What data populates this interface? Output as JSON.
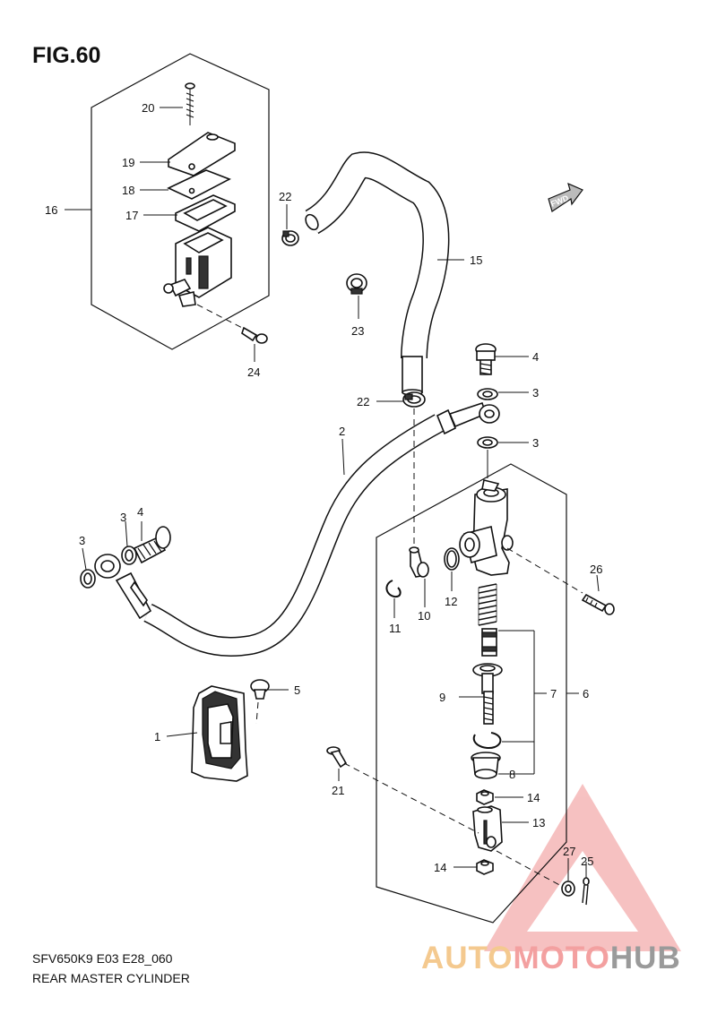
{
  "figure": {
    "title": "FIG.60",
    "model_code": "SFV650K9 E03 E28_060",
    "name": "REAR MASTER CYLINDER"
  },
  "badge": {
    "label": "FWD"
  },
  "watermark": {
    "part1": "AUTO",
    "part2": "MOTO",
    "part3": "HUB",
    "color1": "#f4c98f",
    "color2": "#f3a0a0",
    "color3": "#9a9a9a"
  },
  "callouts": {
    "c1": "1",
    "c2": "2",
    "c3a": "3",
    "c3b": "3",
    "c3c": "3",
    "c3d": "3",
    "c4a": "4",
    "c4b": "4",
    "c5": "5",
    "c6": "6",
    "c7": "7",
    "c8": "8",
    "c9": "9",
    "c10": "10",
    "c11": "11",
    "c12": "12",
    "c13": "13",
    "c14a": "14",
    "c14b": "14",
    "c15": "15",
    "c16": "16",
    "c17": "17",
    "c18": "18",
    "c19": "19",
    "c20": "20",
    "c21": "21",
    "c22a": "22",
    "c22b": "22",
    "c23": "23",
    "c24": "24",
    "c25": "25",
    "c26": "26",
    "c27": "27"
  }
}
